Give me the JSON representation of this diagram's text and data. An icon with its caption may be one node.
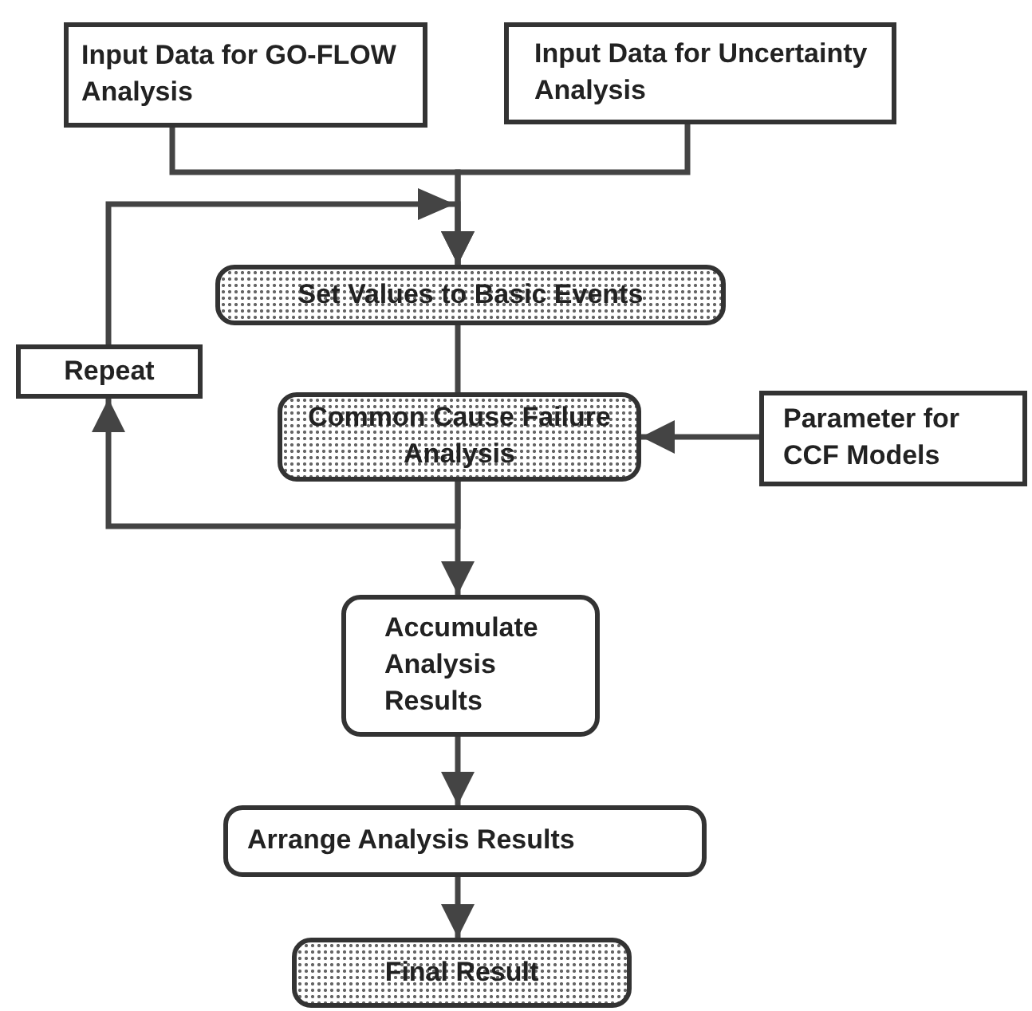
{
  "diagram": {
    "nodes": [
      {
        "text": [
          "Input Data for GO-FLOW Analysis"
        ]
      },
      {
        "text": [
          "Input Data for Uncertainty Analysis"
        ]
      },
      {
        "text": [
          "Set Values to Basic Events"
        ]
      },
      {
        "text": [
          "Repeat"
        ]
      },
      {
        "text": [
          "Common Cause Failure Analysis"
        ]
      },
      {
        "text": [
          "Parameter for CCF Models"
        ]
      },
      {
        "text": [
          "Accumulate Analysis Results"
        ]
      },
      {
        "text": [
          "Arrange Analysis Results"
        ]
      },
      {
        "text": [
          "Final Result"
        ]
      }
    ],
    "edges": [
      {
        "from": 0,
        "to": 2,
        "arrow": "to"
      },
      {
        "from": 1,
        "to": 2,
        "arrow": "to"
      },
      {
        "from": 3,
        "to": 2,
        "arrow": "to"
      },
      {
        "from": 2,
        "to": 4,
        "arrow": "none"
      },
      {
        "from": 4,
        "to": 3,
        "arrow": "to"
      },
      {
        "from": 5,
        "to": 4,
        "arrow": "to"
      },
      {
        "from": 4,
        "to": 6,
        "arrow": "to"
      },
      {
        "from": 6,
        "to": 7,
        "arrow": "to"
      },
      {
        "from": 7,
        "to": 8,
        "arrow": "to"
      }
    ]
  }
}
